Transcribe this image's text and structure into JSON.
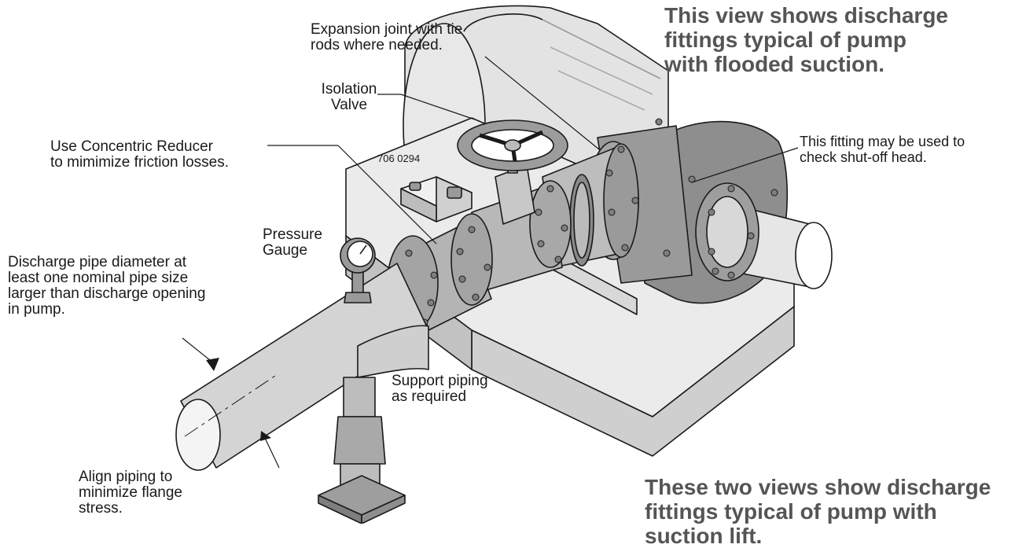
{
  "heading_top": [
    "This view shows discharge",
    "fittings typical of pump",
    "with flooded suction."
  ],
  "heading_bottom": [
    "These two views show discharge",
    "fittings typical of pump with",
    "suction lift."
  ],
  "figure_code": "706 0294",
  "callouts": {
    "expansion_joint": [
      "Expansion joint with tie",
      "rods where needed."
    ],
    "isolation_valve": [
      "Isolation",
      "Valve"
    ],
    "concentric_reducer": [
      "Use Concentric Reducer",
      "to mimimize friction losses."
    ],
    "fitting": [
      "This fitting may be used to",
      "check shut-off head."
    ],
    "pressure_gauge": [
      "Pressure",
      "Gauge"
    ],
    "discharge_pipe": [
      "Discharge pipe diameter at",
      "least one nominal pipe size",
      "larger than discharge opening",
      "in pump."
    ],
    "support_piping": [
      "Support piping",
      "as required"
    ],
    "align_piping": [
      "Align piping to",
      "minimize flange",
      "stress."
    ]
  },
  "colors": {
    "body_fill": "#d9d9d9",
    "shadow_fill": "#bdbdbd",
    "outline": "#1a1a1a",
    "heading": "#555555"
  }
}
